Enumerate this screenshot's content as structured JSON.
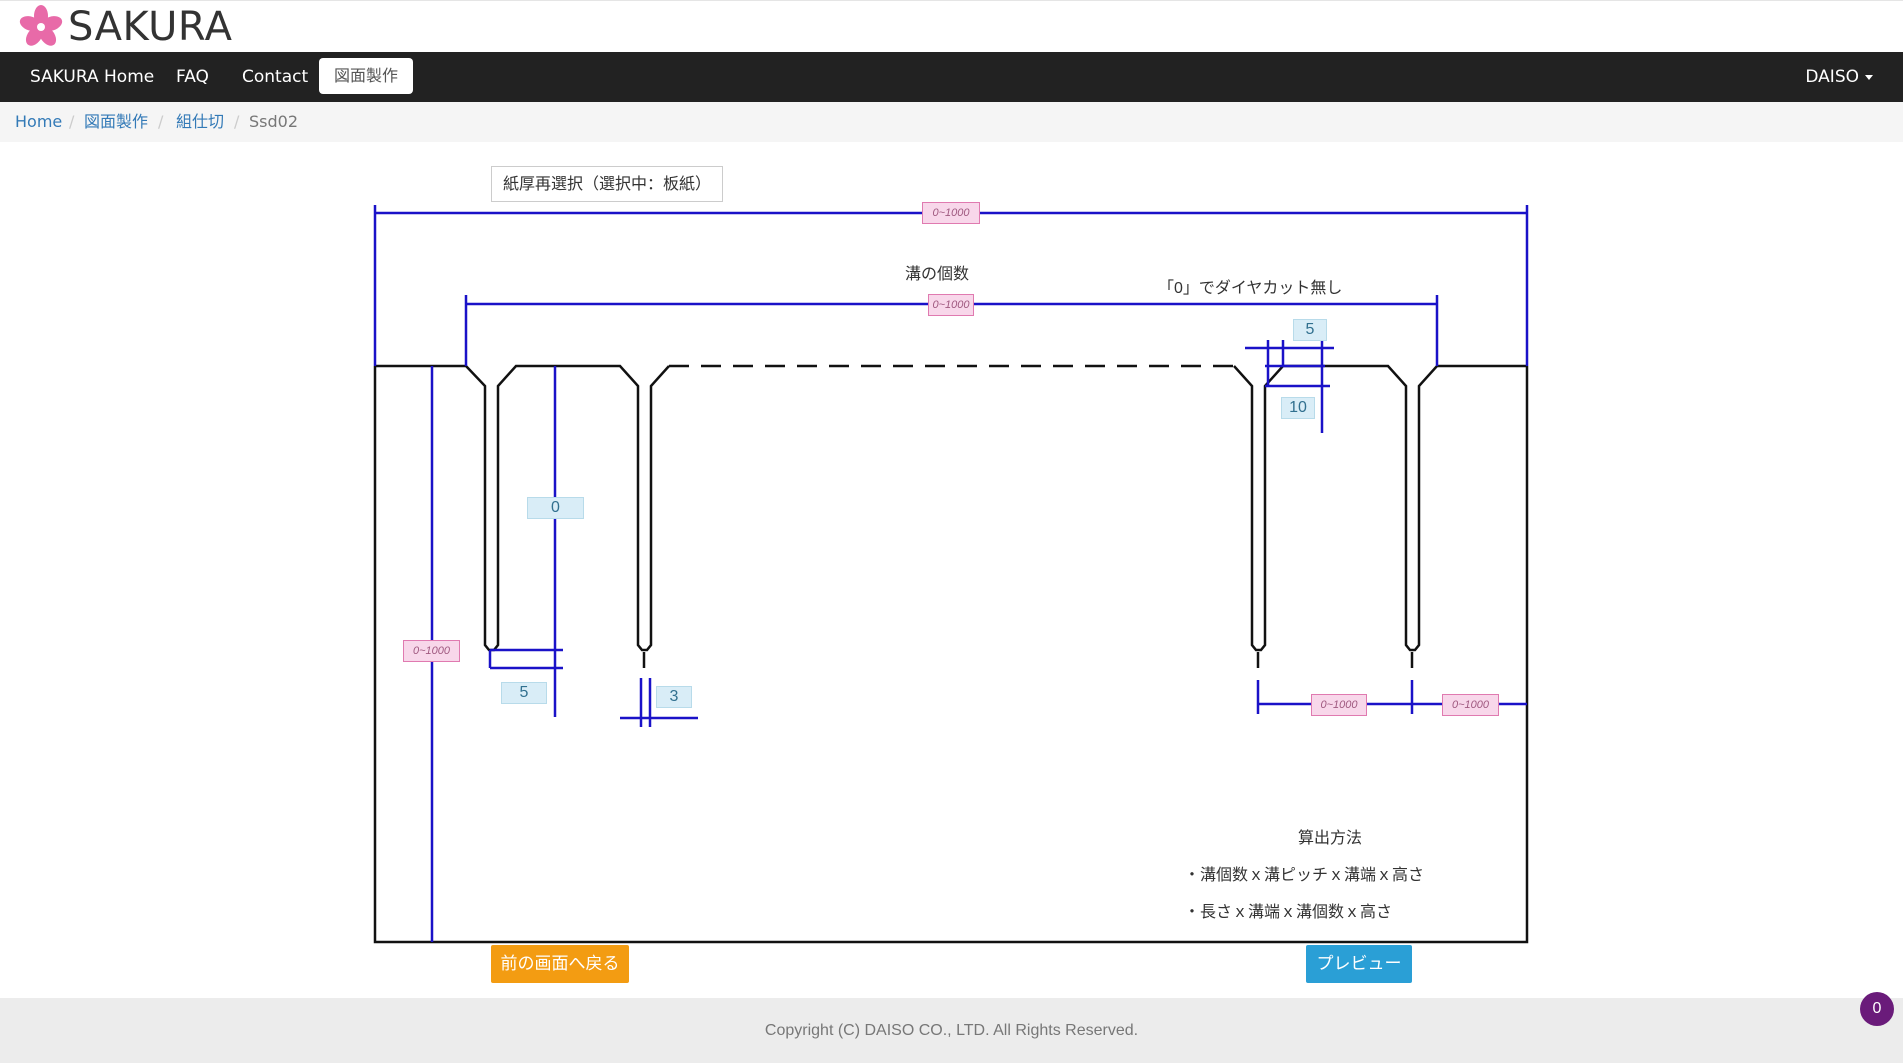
{
  "brand": {
    "name": "SAKURA",
    "logo_icon": "sakura-flower-icon",
    "logo_color": "#e86aa8"
  },
  "nav": {
    "items": [
      {
        "label": "SAKURA Home"
      },
      {
        "label": "FAQ"
      },
      {
        "label": "Contact"
      },
      {
        "label": "図面製作",
        "active": true
      }
    ],
    "user": "DAISO"
  },
  "breadcrumb": {
    "items": [
      {
        "label": "Home"
      },
      {
        "label": "図面製作"
      },
      {
        "label": "組仕切"
      }
    ],
    "current": "Ssd02"
  },
  "drawing": {
    "reselect_button": "紙厚再選択（選択中：板紙）",
    "groove_count_label": "溝の個数",
    "diamond_cut_note": "「0」でダイヤカット無し",
    "overall_width": {
      "placeholder": "0~1000"
    },
    "groove_span": {
      "placeholder": "0~1000"
    },
    "height": {
      "placeholder": "0~1000"
    },
    "groove_pitch": {
      "placeholder": "0~1000"
    },
    "groove_end": {
      "placeholder": "0~1000"
    },
    "diamond_cut_depth": {
      "value": "0"
    },
    "groove_bottom_width": {
      "value": "5"
    },
    "slit_width": {
      "value": "3"
    },
    "chamfer_width": {
      "value": "5"
    },
    "chamfer_depth": {
      "value": "10"
    },
    "calc": {
      "title": "算出方法",
      "line1": "・溝個数ｘ溝ピッチｘ溝端ｘ高さ",
      "line2": "・長さｘ溝端ｘ溝個数ｘ高さ"
    },
    "line_color": "#1a12c8"
  },
  "buttons": {
    "back": "前の画面へ戻る",
    "preview": "プレビュー"
  },
  "footer": {
    "copyright": "Copyright (C) DAISO CO., LTD. All Rights Reserved."
  },
  "badge": {
    "count": "0"
  }
}
